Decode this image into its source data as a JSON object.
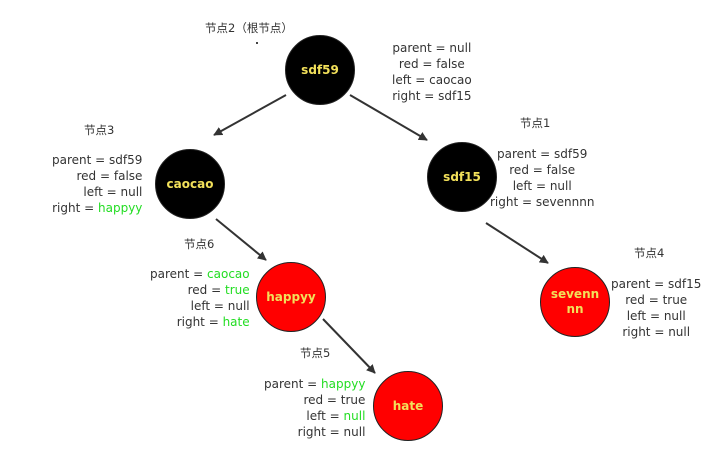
{
  "colors": {
    "black_node": "#000000",
    "red_node": "#ff0000",
    "node_text": "#f2e05a",
    "highlight": "#22dd22",
    "text": "#333333",
    "edge": "#333333"
  },
  "nodes": [
    {
      "id": "sdf59",
      "caption": "节点2（根节点）",
      "label_lines": [
        "sdf59"
      ],
      "color": "black",
      "fields": [
        {
          "key": "parent",
          "value": "null",
          "highlight": false
        },
        {
          "key": "red",
          "value": "false",
          "highlight": false
        },
        {
          "key": "left",
          "value": "caocao",
          "highlight": false
        },
        {
          "key": "right",
          "value": "sdf15",
          "highlight": false
        }
      ]
    },
    {
      "id": "caocao",
      "caption": "节点3",
      "label_lines": [
        "caocao"
      ],
      "color": "black",
      "fields": [
        {
          "key": "parent",
          "value": "sdf59",
          "highlight": false
        },
        {
          "key": "red",
          "value": "false",
          "highlight": false
        },
        {
          "key": "left",
          "value": "null",
          "highlight": false
        },
        {
          "key": "right",
          "value": "happyy",
          "highlight": true
        }
      ]
    },
    {
      "id": "sdf15",
      "caption": "节点1",
      "label_lines": [
        "sdf15"
      ],
      "color": "black",
      "fields": [
        {
          "key": "parent",
          "value": "sdf59",
          "highlight": false
        },
        {
          "key": "red",
          "value": "false",
          "highlight": false
        },
        {
          "key": "left",
          "value": "null",
          "highlight": false
        },
        {
          "key": "right",
          "value": "sevennnn",
          "highlight": false
        }
      ]
    },
    {
      "id": "happyy",
      "caption": "节点6",
      "label_lines": [
        "happyy"
      ],
      "color": "red",
      "fields": [
        {
          "key": "parent",
          "value": "caocao",
          "highlight": true
        },
        {
          "key": "red",
          "value": "true",
          "highlight": true
        },
        {
          "key": "left",
          "value": "null",
          "highlight": false
        },
        {
          "key": "right",
          "value": "hate",
          "highlight": true
        }
      ]
    },
    {
      "id": "sevennnn",
      "caption": "节点4",
      "label_lines": [
        "sevenn",
        "nn"
      ],
      "color": "red",
      "fields": [
        {
          "key": "parent",
          "value": "sdf15",
          "highlight": false
        },
        {
          "key": "red",
          "value": "true",
          "highlight": false
        },
        {
          "key": "left",
          "value": "null",
          "highlight": false
        },
        {
          "key": "right",
          "value": "null",
          "highlight": false
        }
      ]
    },
    {
      "id": "hate",
      "caption": "节点5",
      "label_lines": [
        "hate"
      ],
      "color": "red",
      "fields": [
        {
          "key": "parent",
          "value": "happyy",
          "highlight": true
        },
        {
          "key": "red",
          "value": "true",
          "highlight": false
        },
        {
          "key": "left",
          "value": "null",
          "highlight": true
        },
        {
          "key": "right",
          "value": "null",
          "highlight": false
        }
      ]
    }
  ],
  "edges": [
    {
      "from": "sdf59",
      "to": "caocao"
    },
    {
      "from": "sdf59",
      "to": "sdf15"
    },
    {
      "from": "caocao",
      "to": "happyy"
    },
    {
      "from": "sdf15",
      "to": "sevennnn"
    },
    {
      "from": "happyy",
      "to": "hate"
    }
  ]
}
